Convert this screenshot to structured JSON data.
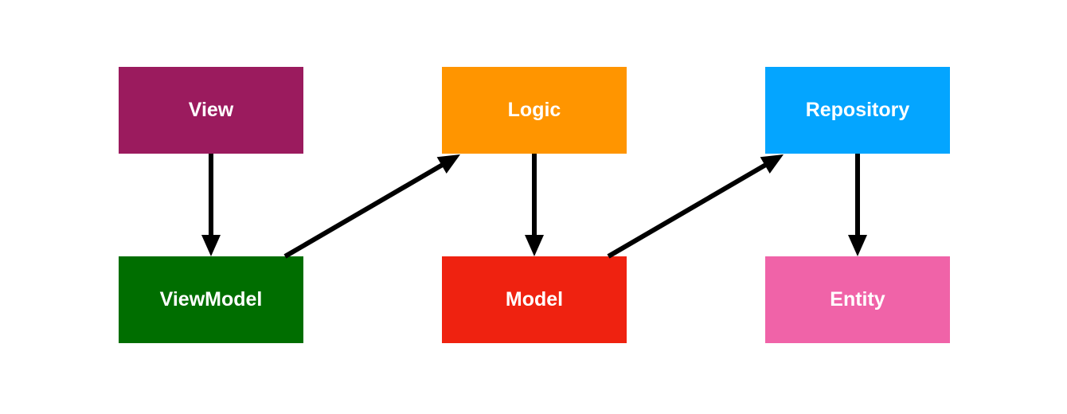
{
  "nodes": {
    "view": {
      "label": "View",
      "color": "#9B1B5E"
    },
    "logic": {
      "label": "Logic",
      "color": "#FF9500"
    },
    "repository": {
      "label": "Repository",
      "color": "#04A5FF"
    },
    "viewmodel": {
      "label": "ViewModel",
      "color": "#006E00"
    },
    "model": {
      "label": "Model",
      "color": "#EF2210"
    },
    "entity": {
      "label": "Entity",
      "color": "#F063A8"
    }
  },
  "edges": [
    {
      "from": "view",
      "to": "viewmodel"
    },
    {
      "from": "viewmodel",
      "to": "logic"
    },
    {
      "from": "logic",
      "to": "model"
    },
    {
      "from": "model",
      "to": "repository"
    },
    {
      "from": "repository",
      "to": "entity"
    }
  ],
  "arrow_color": "#000000"
}
